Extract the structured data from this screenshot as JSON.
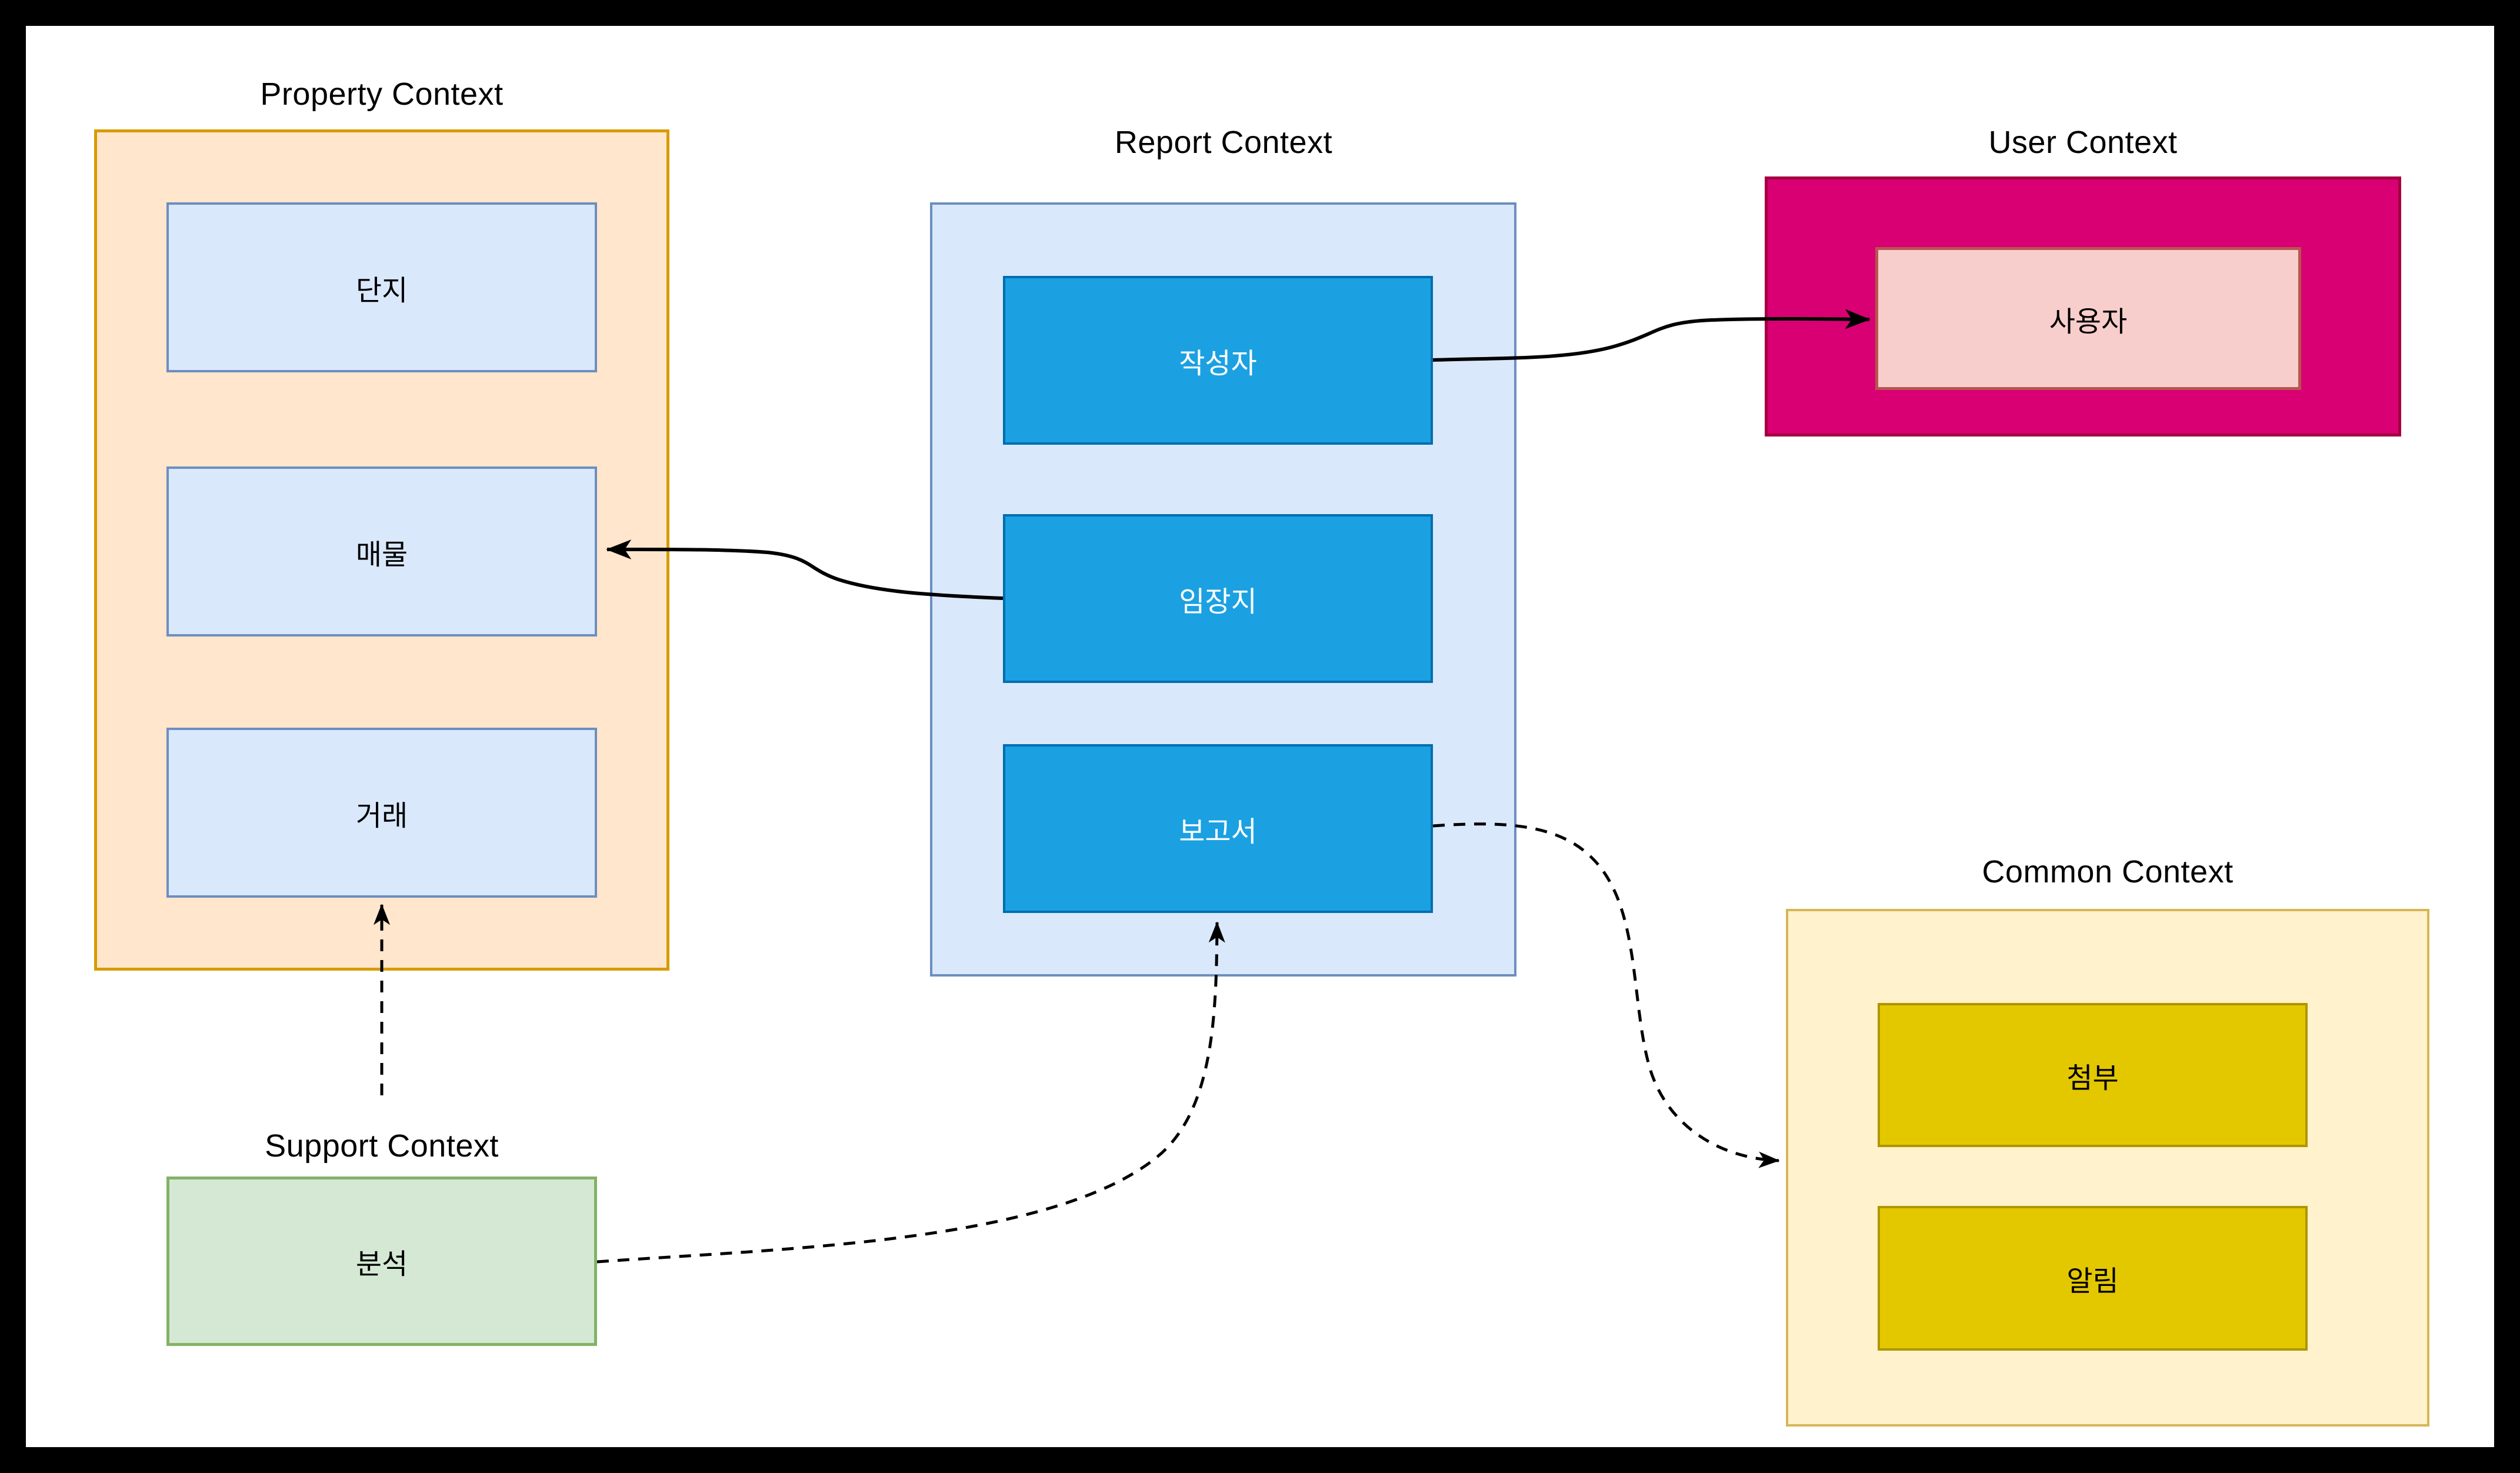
{
  "contexts": {
    "property": {
      "title": "Property Context",
      "items": [
        "단지",
        "매물",
        "거래"
      ]
    },
    "report": {
      "title": "Report Context",
      "items": [
        "작성자",
        "임장지",
        "보고서"
      ]
    },
    "user": {
      "title": "User Context",
      "items": [
        "사용자"
      ]
    },
    "common": {
      "title": "Common Context",
      "items": [
        "첨부",
        "알림"
      ]
    },
    "support": {
      "title": "Support Context",
      "items": [
        "분석"
      ]
    }
  },
  "edges": [
    {
      "from": "작성자",
      "to": "사용자",
      "style": "solid"
    },
    {
      "from": "임장지",
      "to": "매물",
      "style": "solid"
    },
    {
      "from": "분석",
      "to": "거래",
      "style": "dashed"
    },
    {
      "from": "분석",
      "to": "보고서",
      "style": "dashed"
    },
    {
      "from": "보고서",
      "to": "Common Context",
      "style": "dashed"
    }
  ],
  "colors": {
    "frame": "#000000",
    "paper": "#FFFFFF",
    "edge": "#000000",
    "orange-fill": "#FFE6CC",
    "orange-stroke": "#D79B00",
    "blue-fill": "#DAE8FC",
    "blue-stroke": "#6C8EBF",
    "brightblue-fill": "#1BA1E2",
    "brightblue-stroke": "#006EAF",
    "magenta-fill": "#D80073",
    "magenta-stroke": "#A50040",
    "pink-fill": "#F8CECC",
    "pink-stroke": "#B85450",
    "yellow-fill": "#FFF2CC",
    "yellow-stroke": "#D6B656",
    "gold-fill": "#E3C800",
    "gold-stroke": "#B09500",
    "green-fill": "#D5E8D4",
    "green-stroke": "#82B366",
    "node-text": "#000000",
    "node-text-inverse": "#FFFFFF"
  }
}
